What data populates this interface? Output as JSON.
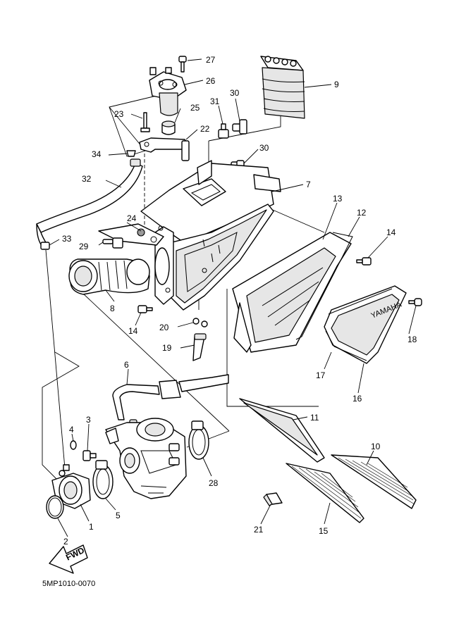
{
  "diagram": {
    "code": "5MP1010-0070",
    "fwd_label": "FWD",
    "brand_mark": "YAMAHA",
    "callouts": {
      "c1": "1",
      "c2": "2",
      "c3": "3",
      "c4": "4",
      "c5": "5",
      "c6": "6",
      "c7": "7",
      "c8": "8",
      "c9": "9",
      "c10": "10",
      "c11": "11",
      "c12": "12",
      "c13": "13",
      "c14a": "14",
      "c14b": "14",
      "c15": "15",
      "c16": "16",
      "c17": "17",
      "c18": "18",
      "c19": "19",
      "c20": "20",
      "c21": "21",
      "c22": "22",
      "c23": "23",
      "c24": "24",
      "c25": "25",
      "c26": "26",
      "c27": "27",
      "c28": "28",
      "c29": "29",
      "c30a": "30",
      "c30b": "30",
      "c31": "31",
      "c32": "32",
      "c33": "33",
      "c34": "34"
    }
  }
}
